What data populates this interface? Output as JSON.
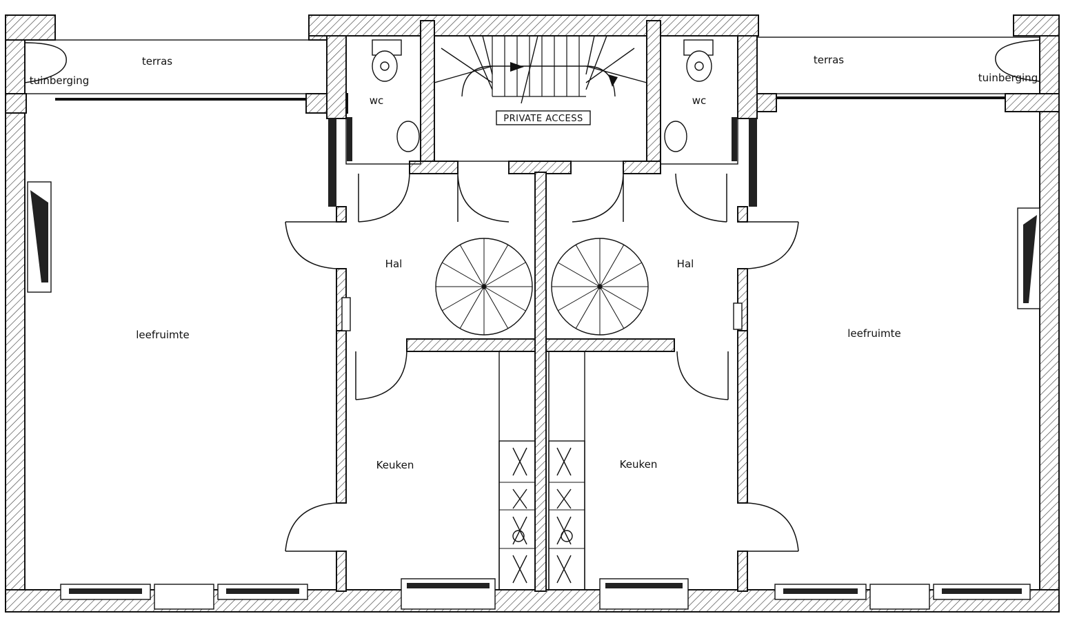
{
  "rooms": {
    "left_terras": "terras",
    "left_tuinberging": "tuinberging",
    "left_wc": "wc",
    "left_hal": "Hal",
    "left_leefruimte": "leefruimte",
    "left_keuken": "Keuken",
    "right_terras": "terras",
    "right_tuinberging": "tuinberging",
    "right_wc": "wc",
    "right_hal": "Hal",
    "right_leefruimte": "leefruimte",
    "right_keuken": "Keuken"
  },
  "sign": {
    "private_access": "PRIVATE ACCESS"
  },
  "colors": {
    "line": "#111111",
    "background": "#ffffff"
  }
}
